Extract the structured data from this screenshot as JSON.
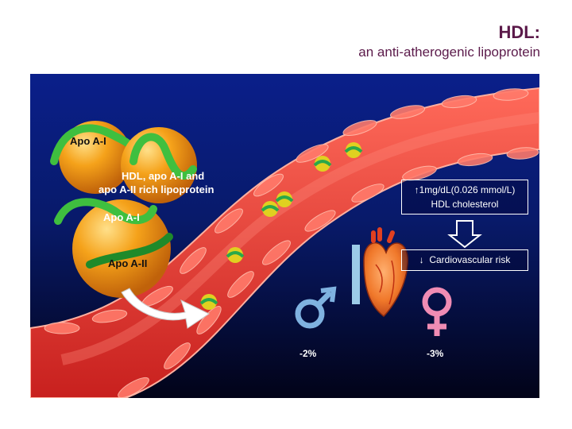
{
  "header": {
    "title": "HDL:",
    "subtitle": "an anti-atherogenic lipoprotein"
  },
  "diagram": {
    "particle_labels": {
      "apo_a1_top": "Apo A-I",
      "hdl_rich_line1": "HDL, apo A-I and",
      "hdl_rich_line2": "apo A-II rich lipoprotein",
      "apo_a1_bottom": "Apo A-I",
      "apo_a2": "Apo A-II"
    },
    "effect_box": {
      "line1_arrow": "↑",
      "line1": "1mg/dL(0.026 mmol/L)",
      "line2": "HDL cholesterol"
    },
    "risk_box": {
      "arrow": "↓",
      "label": "Cardiovascular risk"
    },
    "male": {
      "icon": "male-symbol-icon",
      "value": "-2%"
    },
    "female": {
      "icon": "female-symbol-icon",
      "value": "-3%"
    },
    "colors": {
      "background_top": "#0a1f8a",
      "vessel": "#e83a3a",
      "particle": "#f5a21a",
      "apo_band": "#3fbf3f",
      "male": "#7fb2e0",
      "female": "#f08cb4",
      "title": "#5b1a4a"
    }
  }
}
